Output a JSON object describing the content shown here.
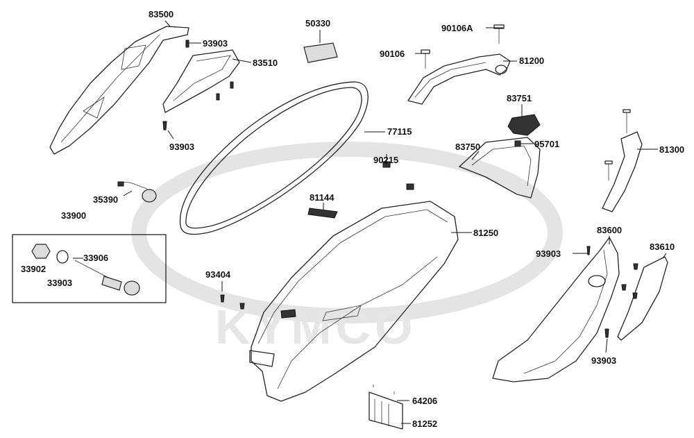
{
  "parts": {
    "p83500": "83500",
    "p93903a": "93903",
    "p83510": "83510",
    "p93903b": "93903",
    "p50330": "50330",
    "p77115": "77115",
    "p90106A": "90106A",
    "p90106": "90106",
    "p81200": "81200",
    "p83751": "83751",
    "p95701": "95701",
    "p83750": "83750",
    "p81300": "81300",
    "p90215": "90215",
    "p81144": "81144",
    "p81250": "81250",
    "p35390": "35390",
    "p33900": "33900",
    "p33906": "33906",
    "p33902": "33902",
    "p33903": "33903",
    "p93404": "93404",
    "p93903c": "93903",
    "p83600": "83600",
    "p83610": "83610",
    "p93903d": "93903",
    "p64206": "64206",
    "p81252": "81252"
  },
  "watermark": {
    "brand": "KYMCO"
  },
  "colors": {
    "line": "#222222",
    "label": "#111111",
    "watermark": "#e4e4e4"
  }
}
